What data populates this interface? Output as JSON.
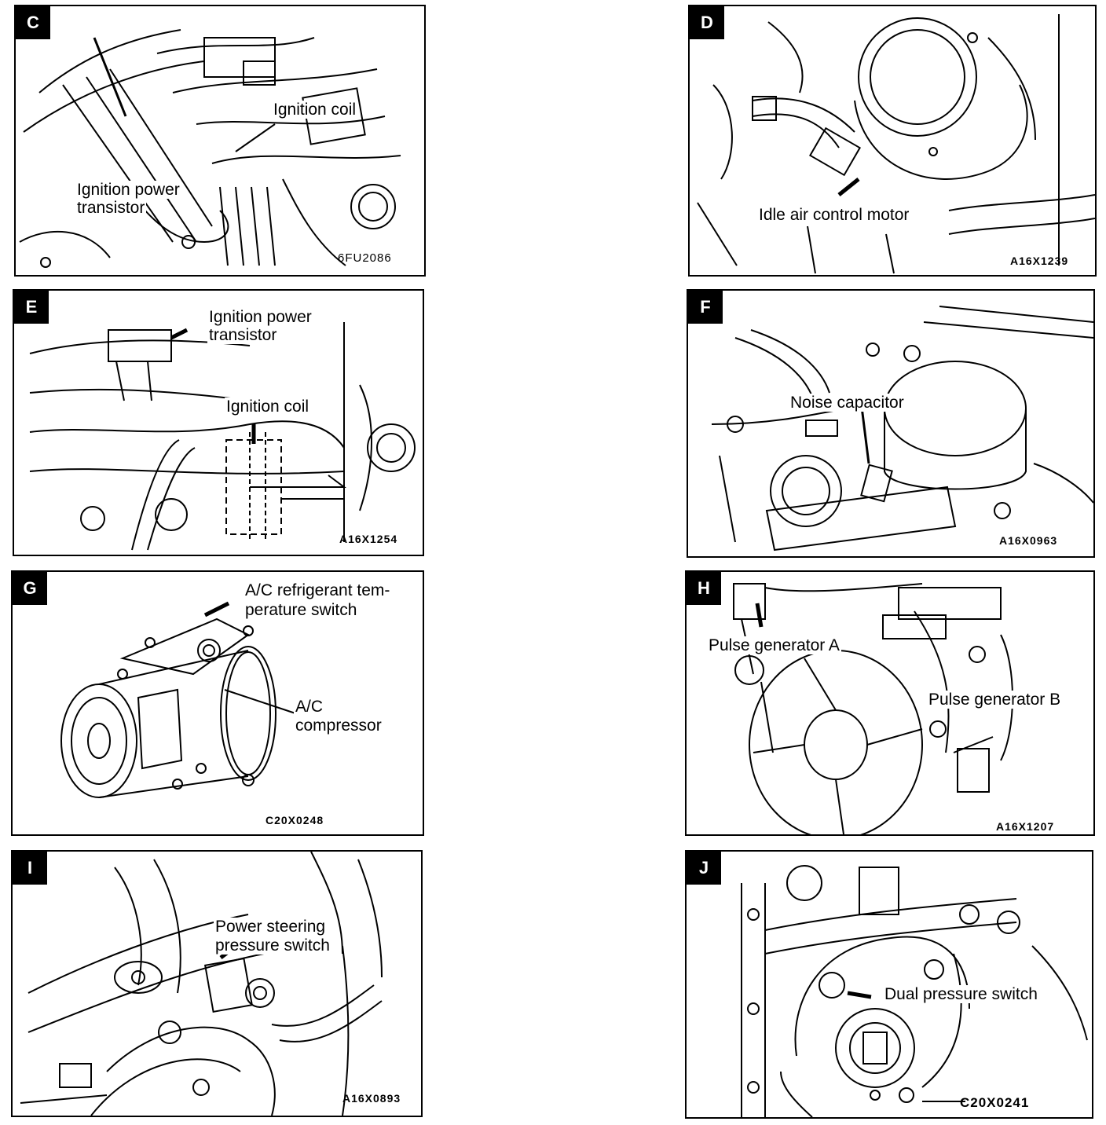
{
  "panels": [
    {
      "letter": "C",
      "labels": [
        "Ignition coil",
        "Ignition power",
        "transistor"
      ],
      "code": "6FU2086"
    },
    {
      "letter": "D",
      "labels": [
        "Idle air control motor"
      ],
      "code": "A16X1239"
    },
    {
      "letter": "E",
      "labels": [
        "Ignition power",
        "transistor",
        "Ignition coil"
      ],
      "code": "A16X1254"
    },
    {
      "letter": "F",
      "labels": [
        "Noise capacitor"
      ],
      "code": "A16X0963"
    },
    {
      "letter": "G",
      "labels": [
        "A/C refrigerant tem-",
        "perature switch",
        "A/C",
        "compressor"
      ],
      "code": "C20X0248"
    },
    {
      "letter": "H",
      "labels": [
        "Pulse generator A",
        "Pulse generator B"
      ],
      "code": "A16X1207"
    },
    {
      "letter": "I",
      "labels": [
        "Power steering",
        "pressure switch"
      ],
      "code": "A16X0893"
    },
    {
      "letter": "J",
      "labels": [
        "Dual pressure switch"
      ],
      "code": "C20X0241"
    }
  ]
}
